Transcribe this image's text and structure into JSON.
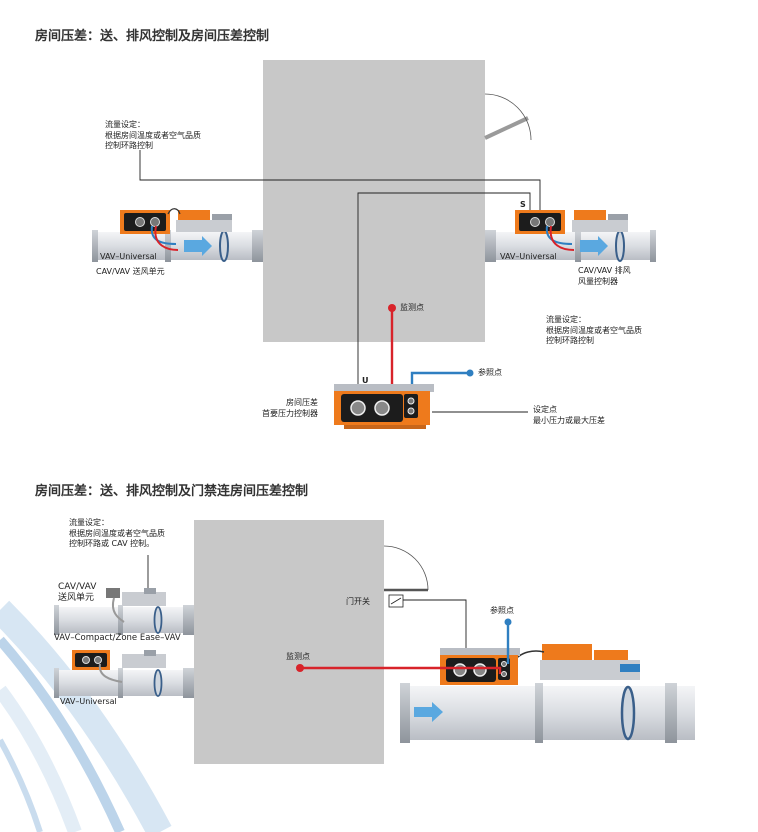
{
  "section1": {
    "title": "房间压差：送、排风控制及房间压差控制",
    "flow_setting_left": "流量设定：\n根据房间温度或者空气品质\n控制环路控制",
    "vav_label_left": "VAV–Universal",
    "unit_label_left": "CAV/VAV 送风单元",
    "s_marker": "S",
    "vav_label_right": "VAV–Universal",
    "unit_label_right": "CAV/VAV 排风\n风量控制器",
    "monitor_point": "监测点",
    "flow_setting_right": "流量设定：\n根据房间温度或者空气品质\n控制环路控制",
    "u_marker": "U",
    "reference_point": "参照点",
    "pressure_controller": "房间压差\n首要压力控制器",
    "setpoint": "设定点\n最小压力或最大压差"
  },
  "section2": {
    "title": "房间压差：送、排风控制及门禁连房间压差控制",
    "flow_setting": "流量设定：\n根据房间温度或者空气品质\n控制环路或 CAV 控制。",
    "unit_label": "CAV/VAV\n送风单元",
    "vav_compact_label": "VAV–Compact/Zone Ease–VAV",
    "vav_universal_label": "VAV–Universal",
    "door_switch": "门开关",
    "reference_point": "参照点",
    "monitor_point": "监测点"
  },
  "colors": {
    "room": "#c8c8c8",
    "duct": "#d9dce0",
    "orange": "#ee7a1c",
    "red_line": "#d8232a",
    "blue_line": "#2f7fc1",
    "arrow": "#5aa8e0",
    "bg_stripe": "#cfe0f0"
  }
}
